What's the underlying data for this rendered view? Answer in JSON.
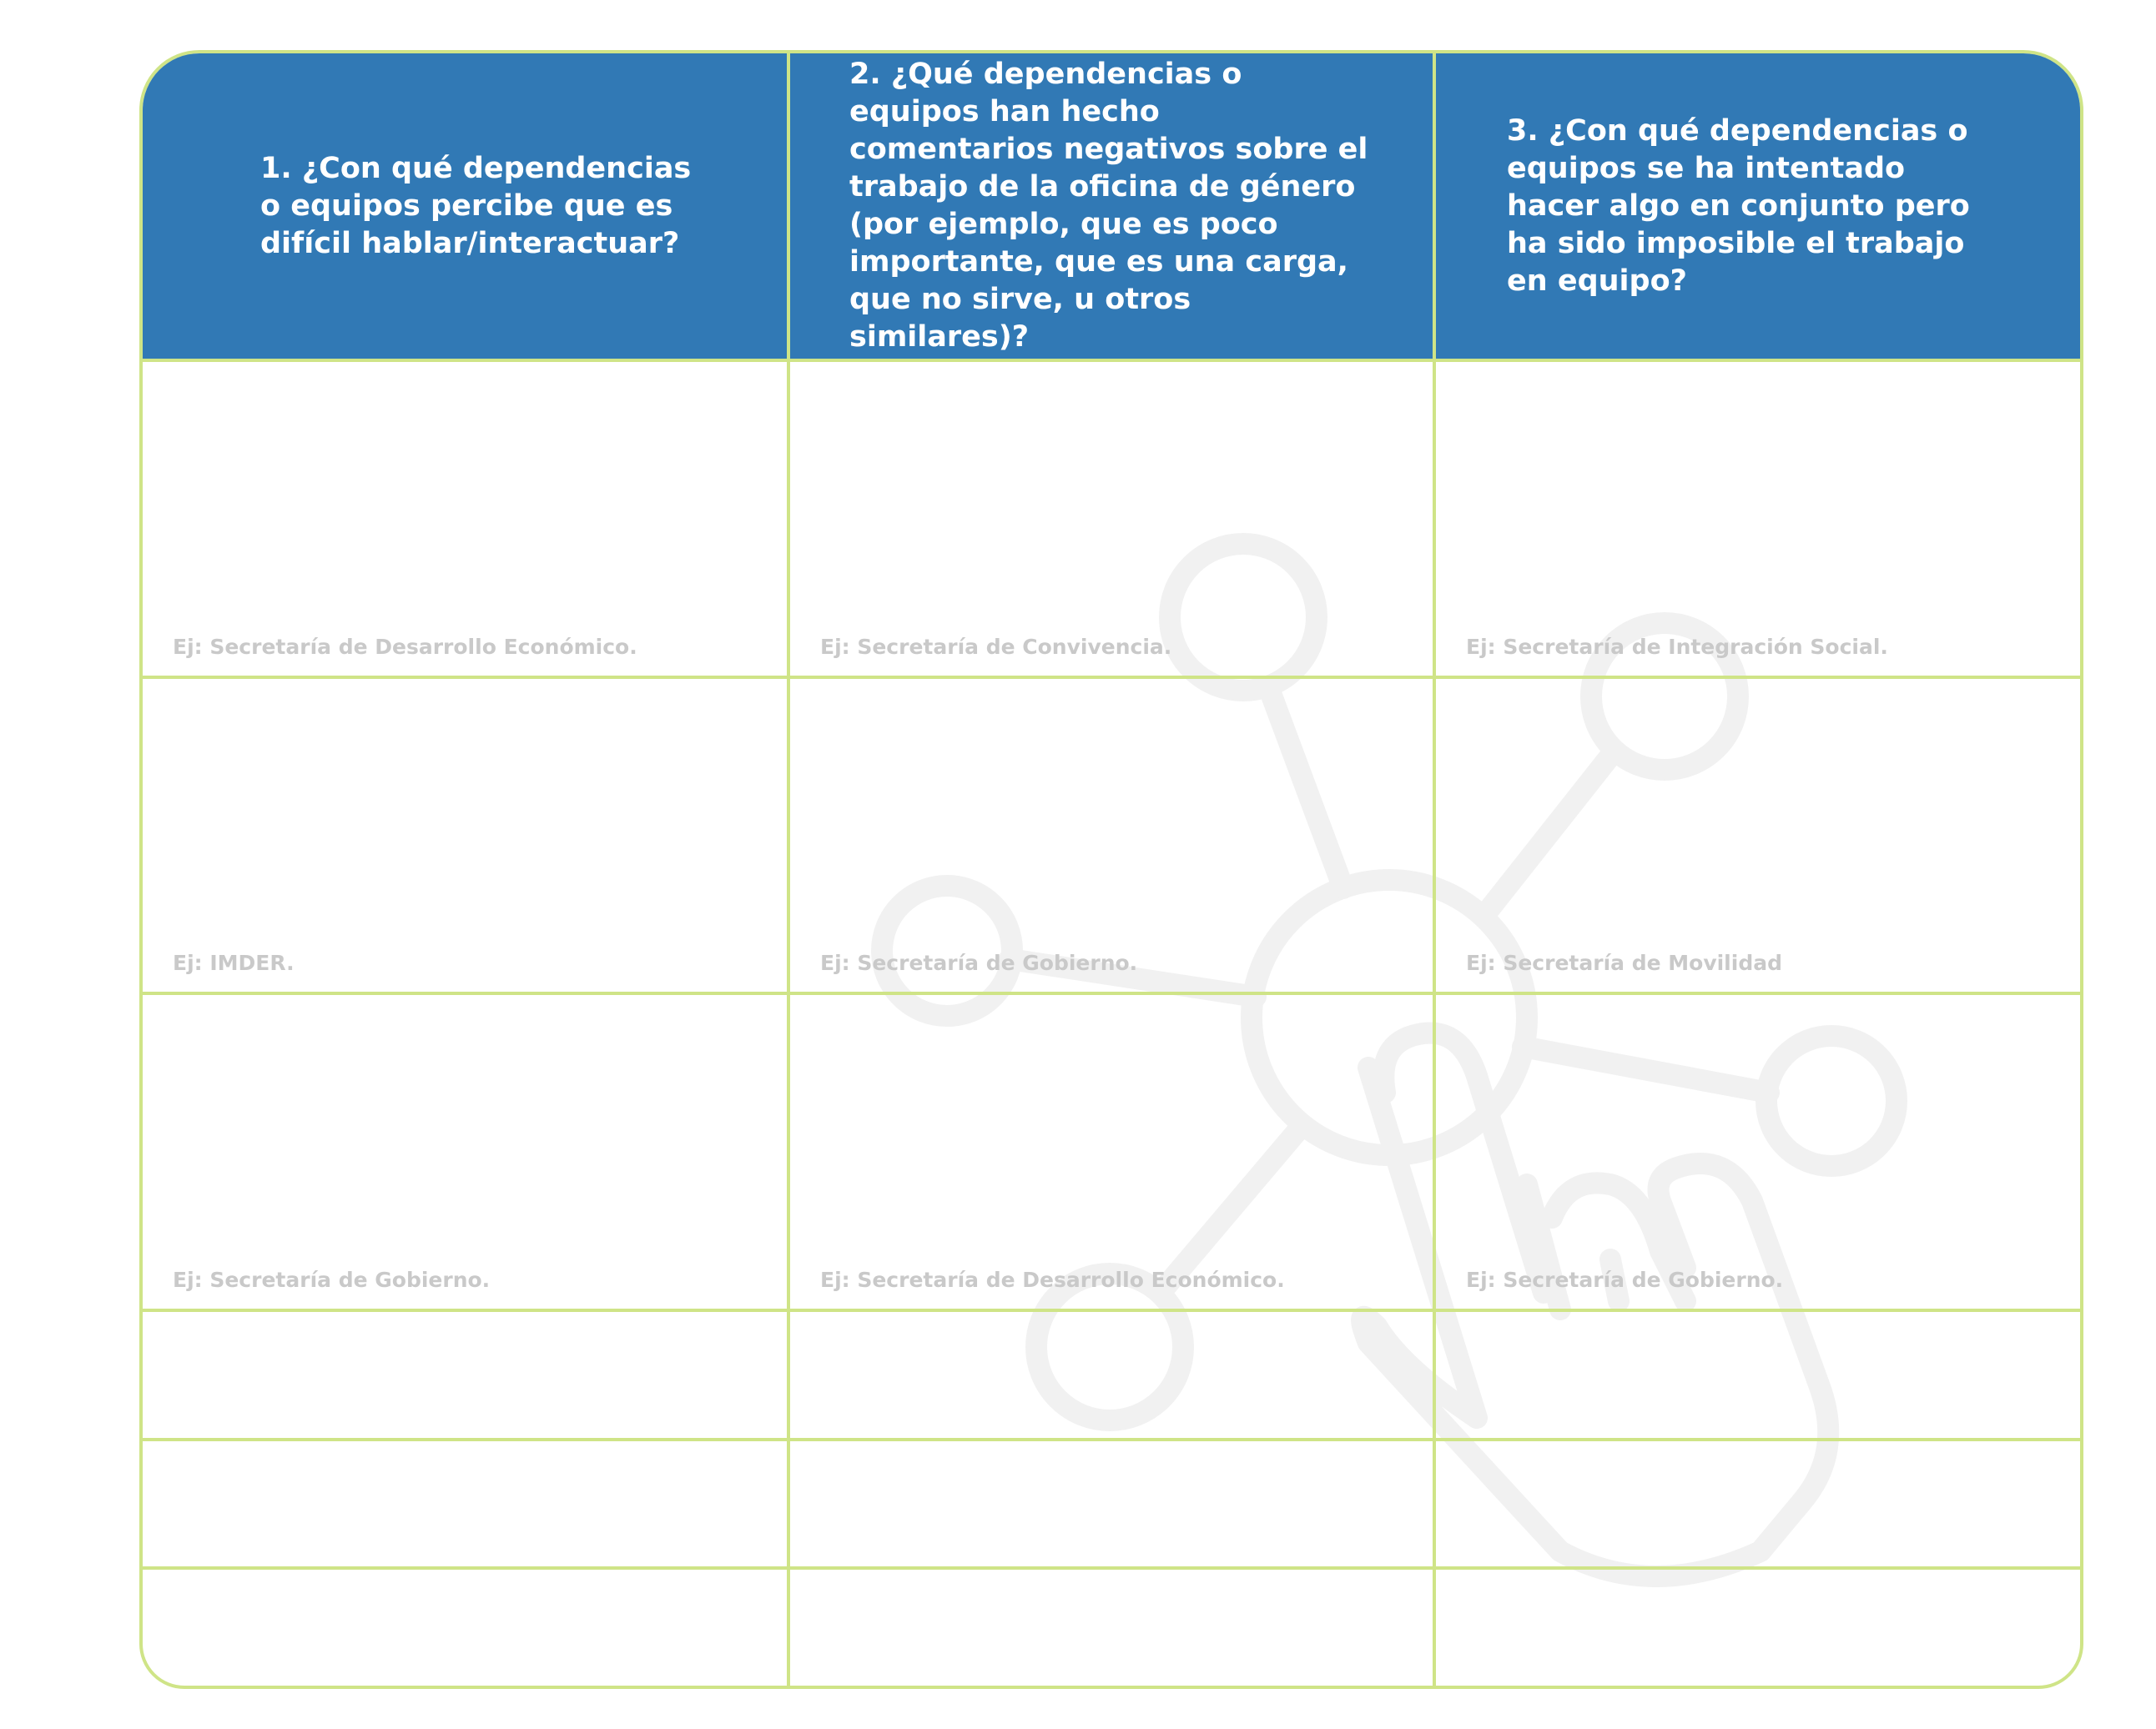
{
  "table": {
    "headers": [
      "1. ¿Con qué dependencias o equipos percibe que es difícil hablar/interactuar?",
      "2. ¿Qué dependencias o equipos han hecho comentarios negativos sobre el trabajo de la oficina de género (por ejemplo, que es poco importante, que es una carga, que no sirve, u otros similares)?",
      "3. ¿Con qué dependencias o equipos se ha intentado hacer algo en conjunto pero ha sido imposible el trabajo en equipo?"
    ],
    "rows": [
      [
        "Ej: Secretaría de Desarrollo Económico.",
        "Ej: Secretaría de Convivencia.",
        "Ej: Secretaría de Integración Social."
      ],
      [
        "Ej: IMDER.",
        "Ej: Secretaría de Gobierno.",
        "Ej: Secretaría de Movilidad"
      ],
      [
        "Ej: Secretaría de Gobierno.",
        "Ej: Secretaría de Desarrollo Económico.",
        "Ej: Secretaría de Gobierno."
      ],
      [
        "",
        "",
        ""
      ],
      [
        "",
        "",
        ""
      ],
      [
        "",
        "",
        ""
      ]
    ]
  },
  "watermark": {
    "icon": "network-hand-icon",
    "color": "#f1f1f1"
  },
  "colors": {
    "header_bg": "#3179b5",
    "border": "#cfe487",
    "example_text": "#c9c9c9"
  }
}
